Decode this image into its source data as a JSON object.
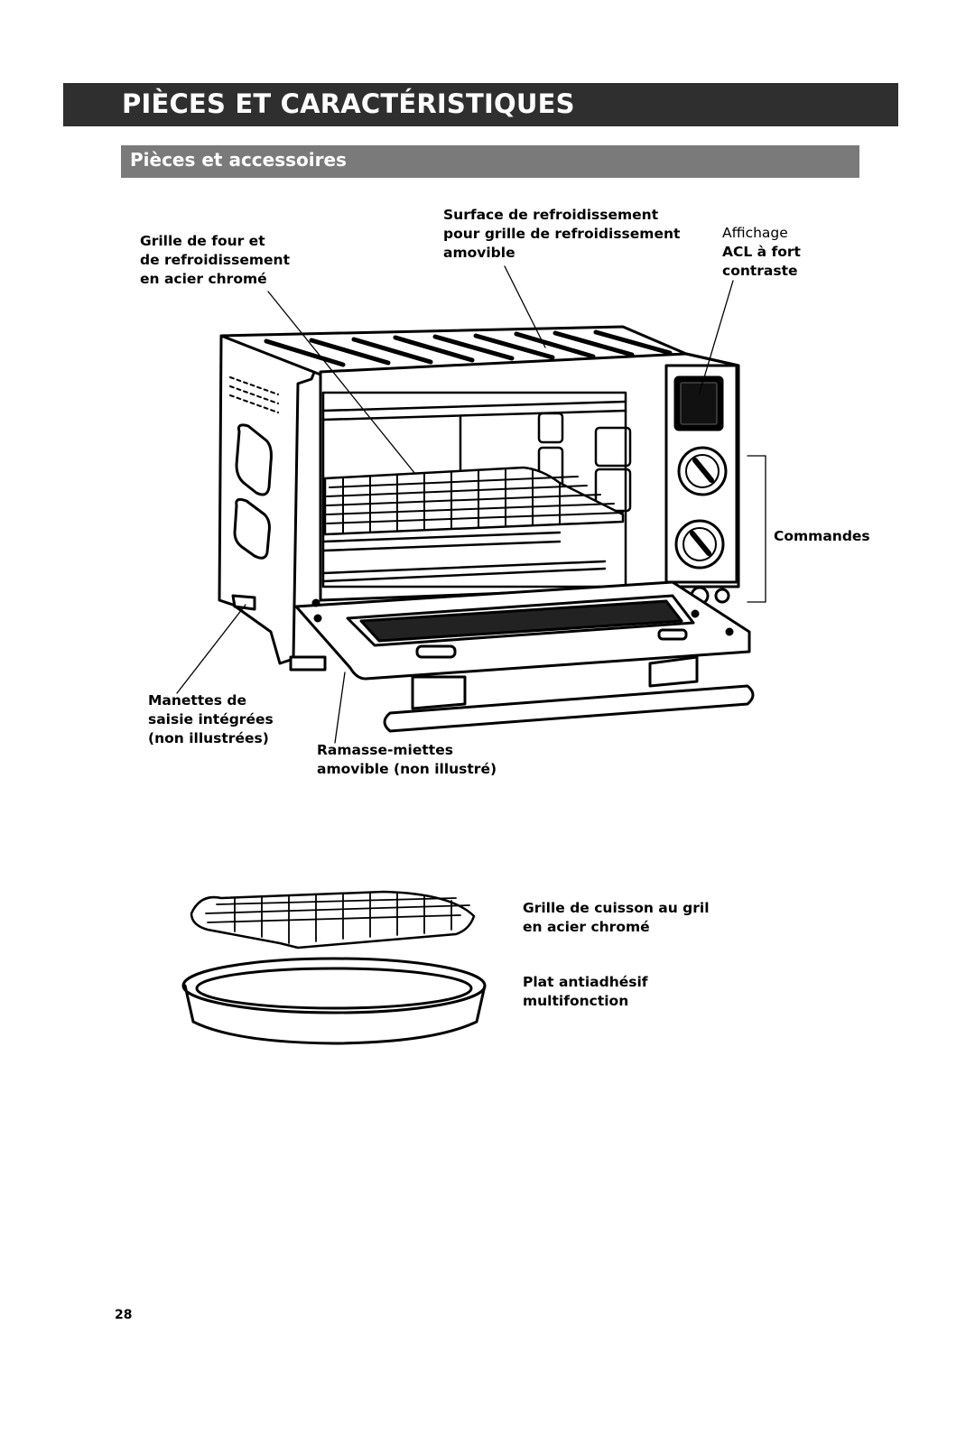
{
  "header": {
    "title": "PIÈCES ET CARACTÉRISTIQUES",
    "section": "Pièces et accessoires"
  },
  "labels": {
    "rack": [
      "Grille de four et",
      "de refroidissement",
      "en acier chromé"
    ],
    "cooling_surface": [
      "Surface de refroidissement",
      "pour grille de refroidissement",
      "amovible"
    ],
    "display": [
      "Affichage",
      "ACL à fort",
      "contraste"
    ],
    "controls": "Commandes",
    "handles": [
      "Manettes de",
      "saisie intégrées",
      "(non illustrées)"
    ],
    "crumb_tray": [
      "Ramasse-miettes",
      "amovible (non illustré)"
    ],
    "broil_rack": [
      "Grille de cuisson au gril",
      "en acier chromé"
    ],
    "pan": [
      "Plat antiadhésif",
      "multifonction"
    ]
  },
  "page_number": "28"
}
